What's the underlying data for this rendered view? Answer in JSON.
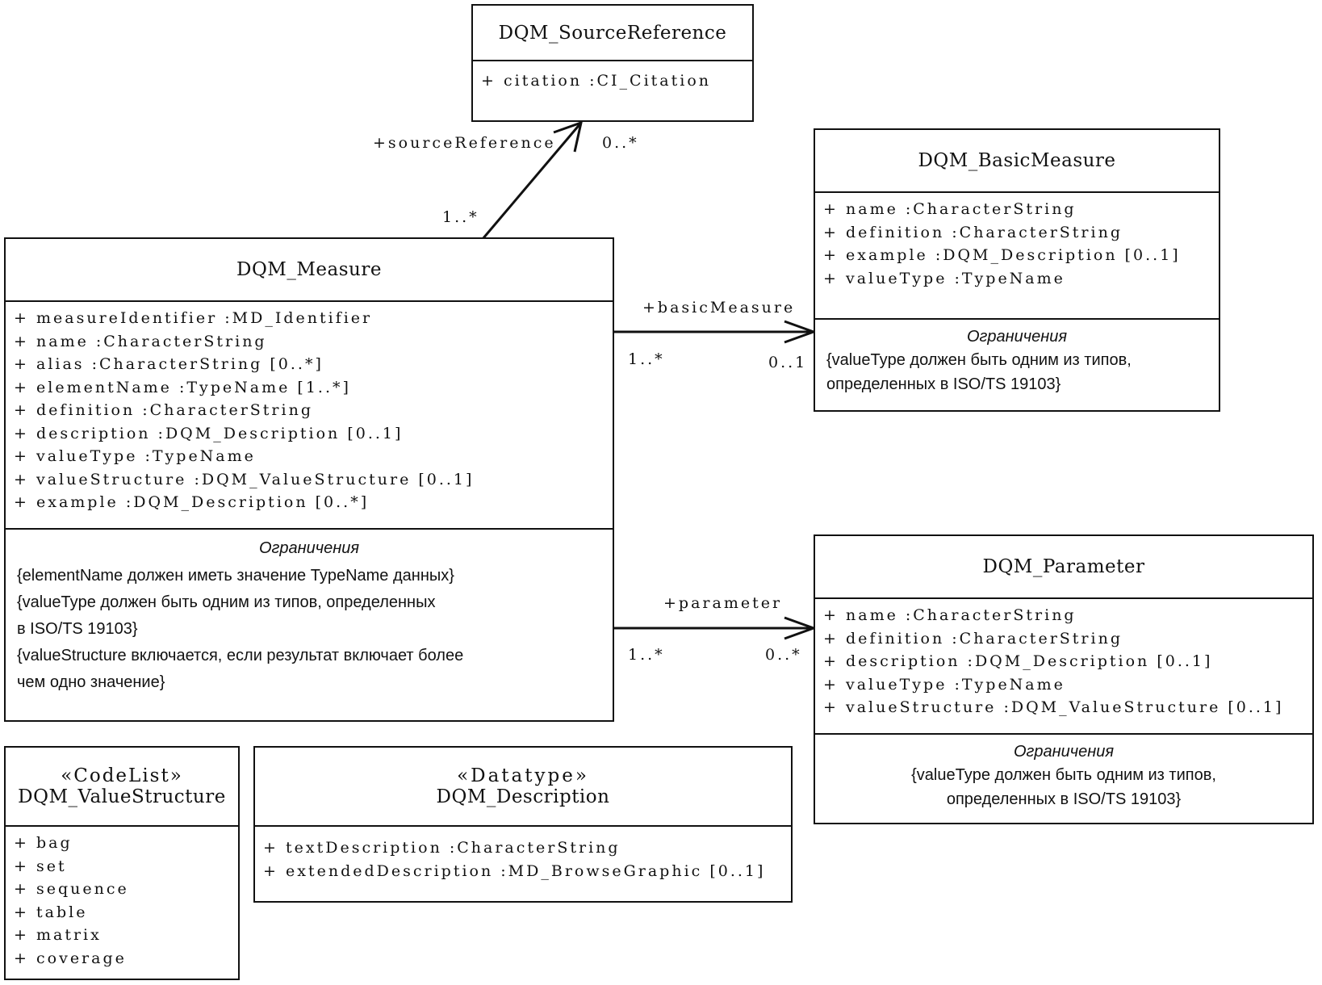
{
  "classes": {
    "source_reference": {
      "name": "DQM_SourceReference",
      "attributes": [
        {
          "vis": "+",
          "text": "citation  :CI_Citation"
        }
      ]
    },
    "basic_measure": {
      "name": "DQM_BasicMeasure",
      "attributes": [
        {
          "vis": "+",
          "text": "name  :CharacterString"
        },
        {
          "vis": "+",
          "text": "definition  :CharacterString"
        },
        {
          "vis": "+",
          "text": "example  :DQM_Description [0..1]"
        },
        {
          "vis": "+",
          "text": "valueType  :TypeName"
        }
      ],
      "constraints_title": "Ограничения",
      "constraints": [
        "{valueType должен быть одним из типов,",
        "определенных в ISO/TS 19103}"
      ]
    },
    "measure": {
      "name": "DQM_Measure",
      "attributes": [
        {
          "vis": "+",
          "text": "measureIdentifier :MD_Identifier"
        },
        {
          "vis": "+",
          "text": "name  :CharacterString"
        },
        {
          "vis": "+",
          "text": "alias :CharacterString [0..*]"
        },
        {
          "vis": "+",
          "text": "elementName  :TypeName [1..*]"
        },
        {
          "vis": "+",
          "text": "definition  :CharacterString"
        },
        {
          "vis": "+",
          "text": "description  :DQM_Description [0..1]"
        },
        {
          "vis": "+",
          "text": "valueType  :TypeName"
        },
        {
          "vis": "+",
          "text": "valueStructure  :DQM_ValueStructure [0..1]"
        },
        {
          "vis": "+",
          "text": "example  :DQM_Description [0..*]"
        }
      ],
      "constraints_title": "Ограничения",
      "constraints": [
        "{elementName должен иметь значение TypeName данных}",
        "{valueType должен быть одним из типов, определенных",
        "в ISO/TS 19103}",
        "{valueStructure включается, если результат включает более",
        "чем одно значение}"
      ]
    },
    "parameter": {
      "name": "DQM_Parameter",
      "attributes": [
        {
          "vis": "+",
          "text": "name  :CharacterString"
        },
        {
          "vis": "+",
          "text": "definition  :CharacterString"
        },
        {
          "vis": "+",
          "text": "description  :DQM_Description [0..1]"
        },
        {
          "vis": "+",
          "text": "valueType  :TypeName"
        },
        {
          "vis": "+",
          "text": "valueStructure  :DQM_ValueStructure [0..1]"
        }
      ],
      "constraints_title": "Ограничения",
      "constraints": [
        "{valueType должен быть одним из типов,",
        "определенных в ISO/TS 19103}"
      ]
    },
    "value_structure": {
      "stereotype": "«CodeList»",
      "name": "DQM_ValueStructure",
      "attributes": [
        {
          "vis": "+",
          "text": "bag"
        },
        {
          "vis": "+",
          "text": "set"
        },
        {
          "vis": "+",
          "text": "sequence"
        },
        {
          "vis": "+",
          "text": "table"
        },
        {
          "vis": "+",
          "text": "matrix"
        },
        {
          "vis": "+",
          "text": "coverage"
        }
      ]
    },
    "description": {
      "stereotype": "«Datatype»",
      "name": "DQM_Description",
      "attributes": [
        {
          "vis": "+",
          "text": "textDescription  :CharacterString"
        },
        {
          "vis": "+",
          "text": "extendedDescription  :MD_BrowseGraphic [0..1]"
        }
      ]
    }
  },
  "associations": {
    "source_reference": {
      "role": "+sourceReference",
      "source_mult": "1..*",
      "target_mult": "0..*"
    },
    "basic_measure": {
      "role": "+basicMeasure",
      "source_mult": "1..*",
      "target_mult": "0..1"
    },
    "parameter": {
      "role": "+parameter",
      "source_mult": "1..*",
      "target_mult": "0..*"
    }
  }
}
